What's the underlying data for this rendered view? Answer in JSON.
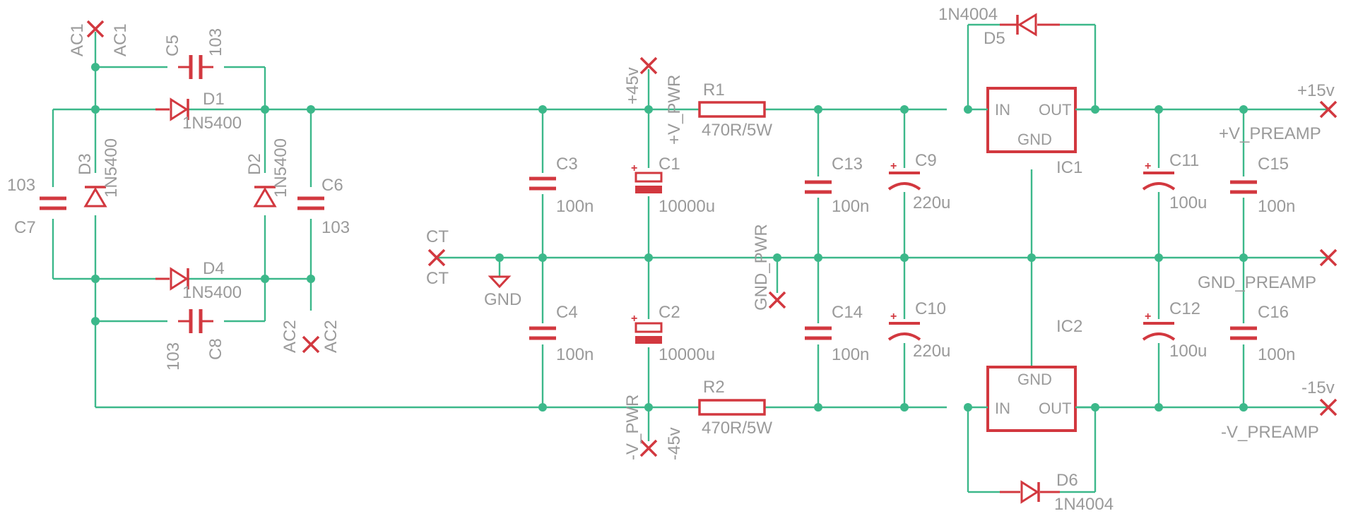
{
  "netlabels": {
    "ac1": "AC1",
    "ac2": "AC2",
    "ct": "CT",
    "gnd": "GND",
    "pos45": "+45v",
    "neg45": "-45v",
    "vpwr_pos": "+V_PWR",
    "vpwr_neg": "-V_PWR",
    "gnd_pwr": "GND_PWR",
    "pos15": "+15v",
    "neg15": "-15v",
    "vpreamp_pos": "+V_PREAMP",
    "vpreamp_neg": "-V_PREAMP",
    "gnd_preamp": "GND_PREAMP"
  },
  "parts": {
    "d1": {
      "name": "D1",
      "value": "1N5400"
    },
    "d2": {
      "name": "D2",
      "value": "1N5400"
    },
    "d3": {
      "name": "D3",
      "value": "1N5400"
    },
    "d4": {
      "name": "D4",
      "value": "1N5400"
    },
    "d5": {
      "name": "D5",
      "value": "1N4004"
    },
    "d6": {
      "name": "D6",
      "value": "1N4004"
    },
    "c1": {
      "name": "C1",
      "value": "10000u"
    },
    "c2": {
      "name": "C2",
      "value": "10000u"
    },
    "c3": {
      "name": "C3",
      "value": "100n"
    },
    "c4": {
      "name": "C4",
      "value": "100n"
    },
    "c5": {
      "name": "C5",
      "value": "103"
    },
    "c6": {
      "name": "C6",
      "value": "103"
    },
    "c7": {
      "name": "C7",
      "value": "103"
    },
    "c8": {
      "name": "C8",
      "value": "103"
    },
    "c9": {
      "name": "C9",
      "value": "220u"
    },
    "c10": {
      "name": "C10",
      "value": "220u"
    },
    "c11": {
      "name": "C11",
      "value": "100u"
    },
    "c12": {
      "name": "C12",
      "value": "100u"
    },
    "c13": {
      "name": "C13",
      "value": "100n"
    },
    "c14": {
      "name": "C14",
      "value": "100n"
    },
    "c15": {
      "name": "C15",
      "value": "100n"
    },
    "c16": {
      "name": "C16",
      "value": "100n"
    },
    "r1": {
      "name": "R1",
      "value": "470R/5W"
    },
    "r2": {
      "name": "R2",
      "value": "470R/5W"
    },
    "ic1": {
      "name": "IC1",
      "in": "IN",
      "out": "OUT",
      "gnd": "GND"
    },
    "ic2": {
      "name": "IC2",
      "in": "IN",
      "out": "OUT",
      "gnd": "GND"
    }
  },
  "colors": {
    "wire": "#3cb88a",
    "part": "#d2383f",
    "text": "#9a9a9a"
  }
}
